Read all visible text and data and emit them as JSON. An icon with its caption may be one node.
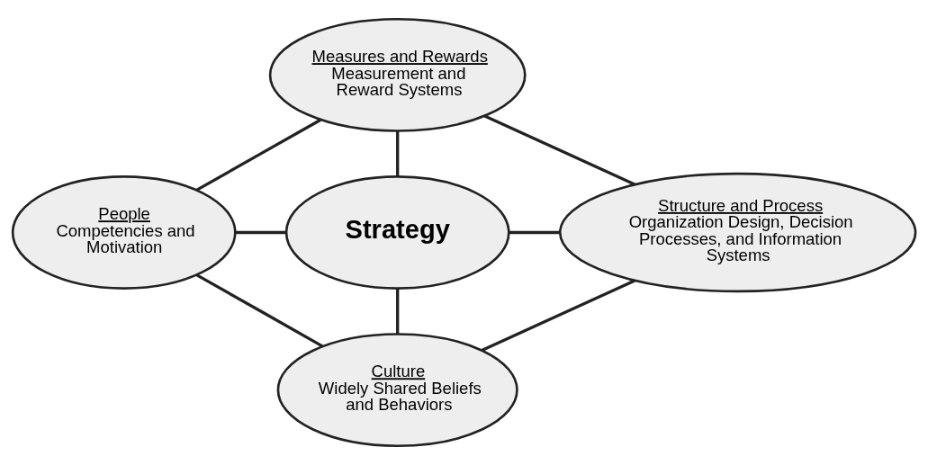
{
  "diagram": {
    "nodes": [
      {
        "text": [
          "Measures and Rewards",
          "Measurement and Reward Systems"
        ]
      },
      {
        "text": [
          "People",
          "Competencies and Motivation"
        ]
      },
      {
        "text": [
          "Strategy"
        ]
      },
      {
        "text": [
          "Structure and Process",
          "Organization Design, Decision Processes, and Information Systems"
        ]
      },
      {
        "text": [
          "Culture",
          "Widely Shared Beliefs and Behaviors"
        ]
      }
    ],
    "edges": [
      {
        "from": 0,
        "to": 1,
        "arrow": "none"
      },
      {
        "from": 0,
        "to": 3,
        "arrow": "none"
      },
      {
        "from": 0,
        "to": 2,
        "arrow": "none"
      },
      {
        "from": 1,
        "to": 2,
        "arrow": "none"
      },
      {
        "from": 2,
        "to": 3,
        "arrow": "none"
      },
      {
        "from": 2,
        "to": 4,
        "arrow": "none"
      },
      {
        "from": 1,
        "to": 4,
        "arrow": "none"
      },
      {
        "from": 4,
        "to": 3,
        "arrow": "none"
      }
    ]
  }
}
